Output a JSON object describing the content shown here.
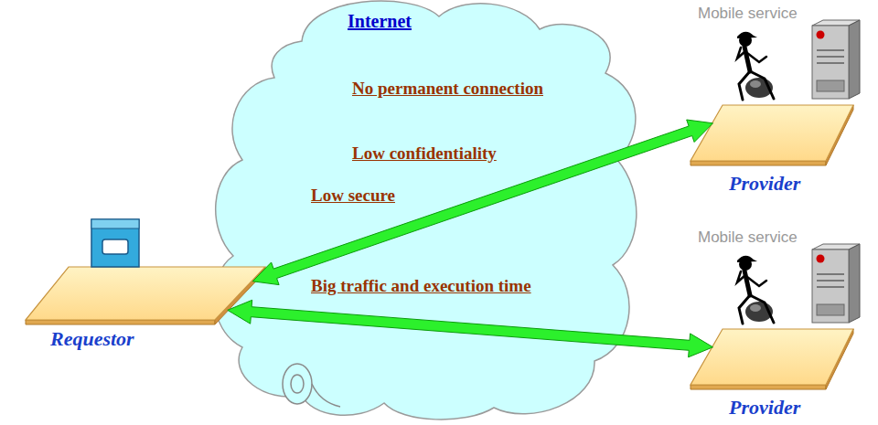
{
  "diagram": {
    "nodes": [
      {
        "text": [
          "Internet",
          "No permanent connection",
          "Low confidentiality",
          "Low secure",
          "Big traffic and execution time"
        ]
      },
      {
        "text": [
          "Requestor"
        ]
      },
      {
        "text": [
          "Mobile service",
          "Provider"
        ]
      },
      {
        "text": [
          "Mobile service",
          "Provider"
        ]
      }
    ],
    "edges": [
      {
        "from": 1,
        "to": 2,
        "arrow": "both"
      },
      {
        "from": 1,
        "to": 3,
        "arrow": "both"
      }
    ]
  }
}
